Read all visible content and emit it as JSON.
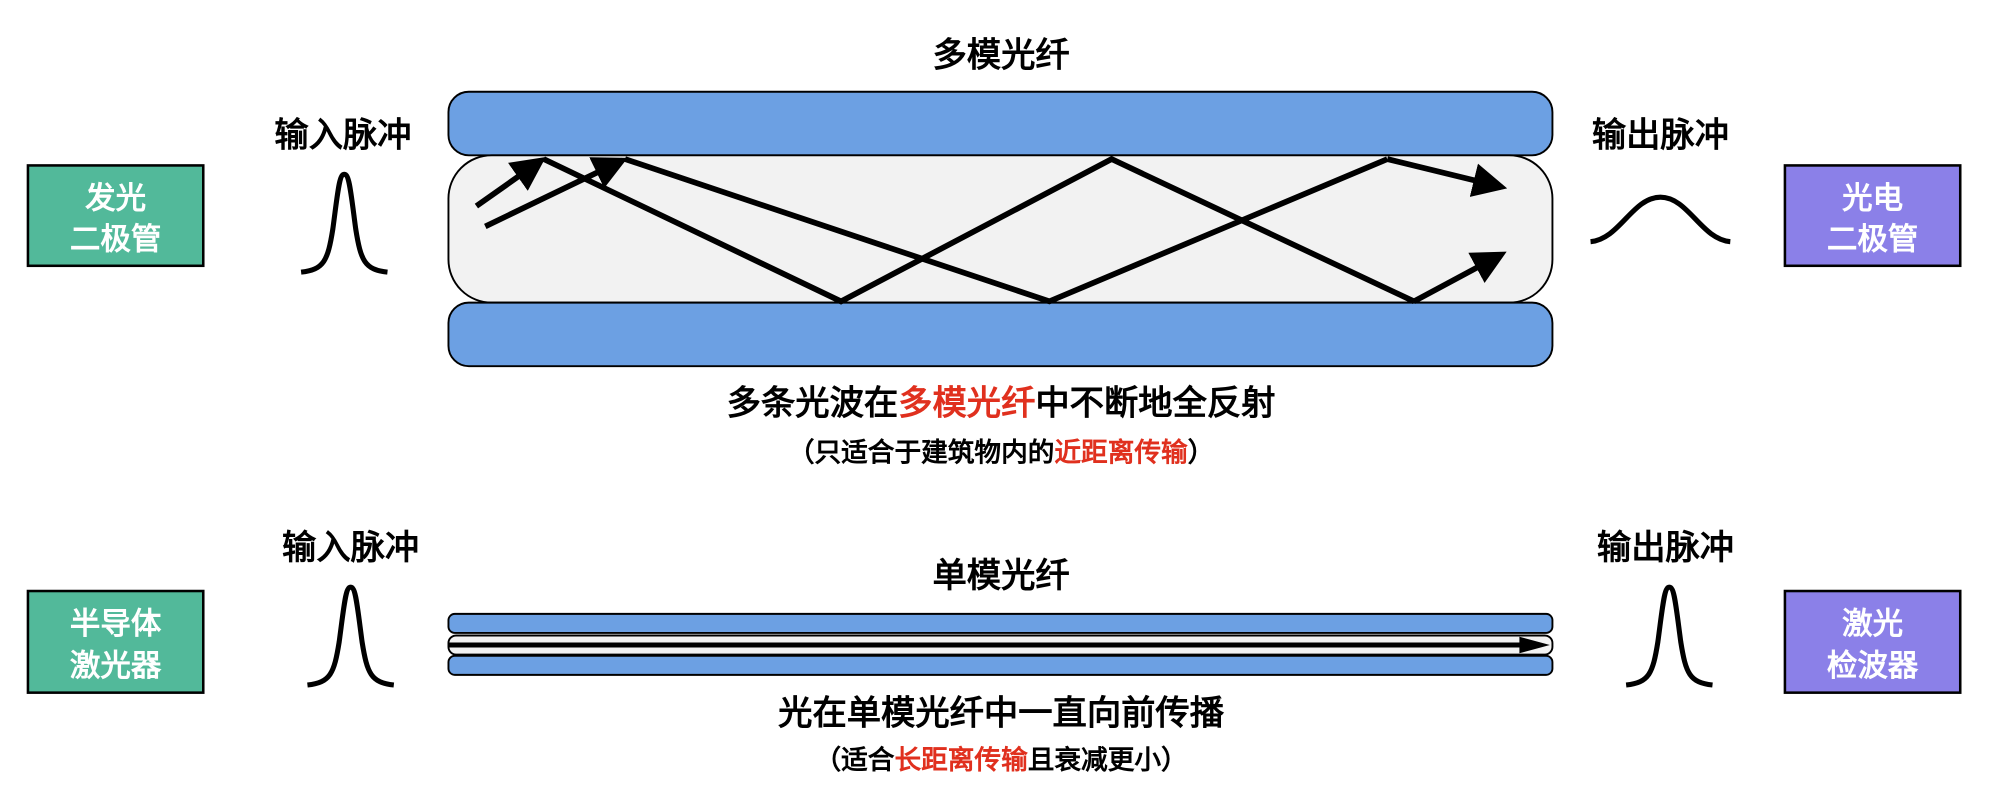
{
  "colors": {
    "cladding": "#6CA0E3",
    "core": "#F2F2F2",
    "source_box": "#52B99A",
    "detector_box": "#8B80E8",
    "highlight": "#E0301E"
  },
  "multimode": {
    "title": "多模光纤",
    "input_label": "输入脉冲",
    "output_label": "输出脉冲",
    "source": [
      "发光",
      "二极管"
    ],
    "detector": [
      "光电",
      "二极管"
    ],
    "caption": {
      "pre": "多条光波在",
      "highlight": "多模光纤",
      "post": "中不断地全反射"
    },
    "note": {
      "pre": "（只适合于建筑物内的",
      "highlight": "近距离传输",
      "post": "）"
    }
  },
  "singlemode": {
    "title": "单模光纤",
    "input_label": "输入脉冲",
    "output_label": "输出脉冲",
    "source": [
      "半导体",
      "激光器"
    ],
    "detector": [
      "激光",
      "检波器"
    ],
    "caption": "光在单模光纤中一直向前传播",
    "note": {
      "pre": "（适合",
      "highlight": "长距离传输",
      "post": "且衰减更小）"
    }
  }
}
